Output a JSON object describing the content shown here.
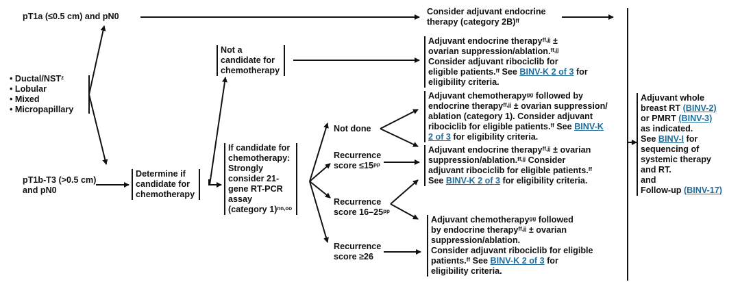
{
  "nodes": {
    "pt1a": [
      {
        "t": "pT1a (≤0.5 cm) and pN0"
      }
    ],
    "histology": [
      {
        "t": "• Ductal/NST"
      },
      {
        "sup": "z"
      },
      {
        "t": "\n• Lobular\n• Mixed\n• Micropapillary"
      }
    ],
    "pt1b": [
      {
        "t": "pT1b-T3 (>0.5 cm)\nand pN0"
      }
    ],
    "determine": [
      {
        "t": "Determine if\ncandidate for\nchemotherapy"
      }
    ],
    "not_candidate": [
      {
        "t": "Not a\ncandidate for\nchemotherapy"
      }
    ],
    "if_candidate": [
      {
        "t": "If candidate for\nchemotherapy:\nStrongly\nconsider 21-\ngene RT-PCR\nassay\n(category 1)"
      },
      {
        "sup": "nn,oo"
      }
    ],
    "not_done": [
      {
        "t": "Not done"
      }
    ],
    "rs_le15": [
      {
        "t": "Recurrence\nscore ≤15"
      },
      {
        "sup": "pp"
      }
    ],
    "rs_16_25": [
      {
        "t": "Recurrence\nscore 16–25"
      },
      {
        "sup": "pp"
      }
    ],
    "rs_ge26": [
      {
        "t": "Recurrence\nscore ≥26"
      }
    ],
    "endocrine_2b": [
      {
        "t": "Consider adjuvant endocrine\ntherapy (category 2B)"
      },
      {
        "sup": "ff"
      }
    ],
    "endocrine_os": [
      {
        "t": "Adjuvant endocrine therapy"
      },
      {
        "sup": "ff,jj"
      },
      {
        "t": " ±\novarian suppression/ablation."
      },
      {
        "sup": "ff,jj"
      },
      {
        "t": "\nConsider adjuvant ribociclib for\neligible patients."
      },
      {
        "sup": "ff"
      },
      {
        "t": " See "
      },
      {
        "link": "BINV-K 2 of 3"
      },
      {
        "t": " for\neligibility criteria."
      }
    ],
    "chemo_cat1": [
      {
        "t": "Adjuvant chemotherapy"
      },
      {
        "sup": "gg"
      },
      {
        "t": " followed by\nendocrine therapy"
      },
      {
        "sup": "ff,jj"
      },
      {
        "t": " ± ovarian suppression/\nablation (category 1). Consider adjuvant\nribociclib for eligible patients."
      },
      {
        "sup": "ff"
      },
      {
        "t": " See "
      },
      {
        "link": "BINV-K\n2 of 3"
      },
      {
        "t": " for eligibility criteria."
      }
    ],
    "endocrine_os2": [
      {
        "t": "Adjuvant endocrine therapy"
      },
      {
        "sup": "ff,jj"
      },
      {
        "t": " ± ovarian\nsuppression/ablation."
      },
      {
        "sup": "ff,jj"
      },
      {
        "t": " Consider\nadjuvant ribociclib for eligible patients."
      },
      {
        "sup": "ff"
      },
      {
        "t": "\nSee "
      },
      {
        "link": "BINV-K 2 of 3"
      },
      {
        "t": " for eligibility criteria."
      }
    ],
    "chemo_followed": [
      {
        "t": "Adjuvant chemotherapy"
      },
      {
        "sup": "gg"
      },
      {
        "t": " followed\nby endocrine therapy"
      },
      {
        "sup": "ff,jj"
      },
      {
        "t": " ± ovarian\nsuppression/ablation.\nConsider adjuvant ribociclib for eligible\npatients."
      },
      {
        "sup": "ff"
      },
      {
        "t": " See "
      },
      {
        "link": "BINV-K 2 of 3"
      },
      {
        "t": " for\neligibility criteria."
      }
    ],
    "radiation": [
      {
        "t": "Adjuvant whole\nbreast RT "
      },
      {
        "link": "(BINV-2)"
      },
      {
        "t": "\nor PMRT "
      },
      {
        "link": "(BINV-3)"
      },
      {
        "t": "\nas indicated.\nSee "
      },
      {
        "link": "BINV-I"
      },
      {
        "t": " for\nsequencing of\nsystemic therapy\nand RT.\nand\nFollow-up "
      },
      {
        "link": "(BINV-17)"
      }
    ]
  },
  "colors": {
    "link": "#1f6d9c",
    "line": "#111111"
  }
}
